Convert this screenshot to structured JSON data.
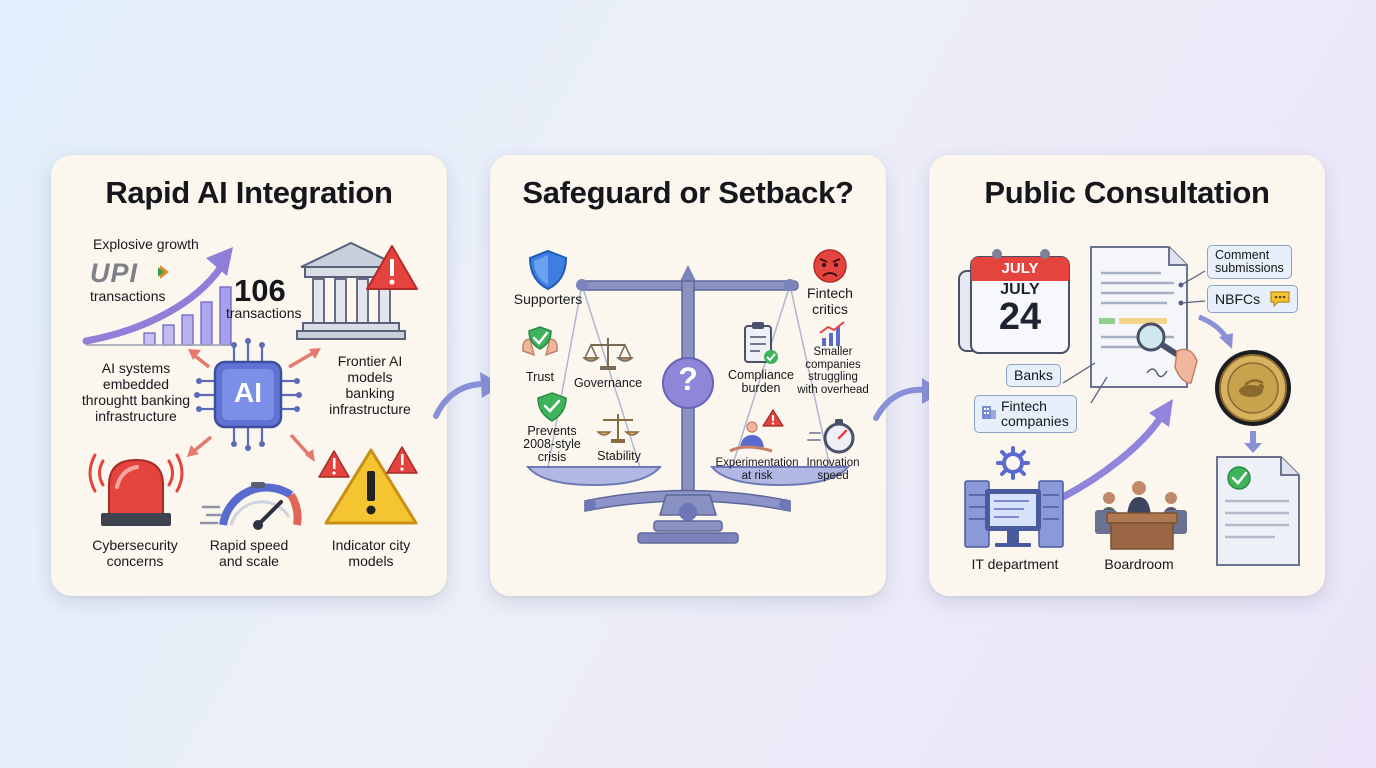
{
  "panels": {
    "integration": {
      "title": "Rapid AI Integration",
      "explosive": "Explosive growth",
      "upi_logo": "UPI",
      "transactions": "transactions",
      "big_number": "106",
      "big_number_caption": "transactions",
      "ai_chip": "AI",
      "ai_systems": [
        "AI systems",
        "embedded",
        "throughtt banking",
        "infrastructure"
      ],
      "frontier": [
        "Frontier AI",
        "models",
        "banking",
        "infrastructure"
      ],
      "cyber": [
        "Cybersecurity",
        "concerns"
      ],
      "speed": [
        "Rapid speed",
        "and scale"
      ],
      "indicator": [
        "Indicator city",
        "models"
      ]
    },
    "balance": {
      "title": "Safeguard or Setback?",
      "supporters": "Supporters",
      "fintech_critics": [
        "Fintech",
        "critics"
      ],
      "trust": "Trust",
      "governance": "Governance",
      "prevents": [
        "Prevents",
        "2008-style",
        "crisis"
      ],
      "stability": "Stability",
      "compliance": [
        "Compliance",
        "burden"
      ],
      "smaller": [
        "Smaller",
        "companies",
        "struggling",
        "with overhead"
      ],
      "experimentation": [
        "Experimentation",
        "at risk"
      ],
      "innovation": [
        "Innovation",
        "speed"
      ],
      "question": "?"
    },
    "consultation": {
      "title": "Public Consultation",
      "calendar_month_top": "JULY",
      "calendar_month": "JULY",
      "calendar_day": "24",
      "comment": [
        "Comment",
        "submissions"
      ],
      "nbfcs": "NBFCs",
      "banks": "Banks",
      "fintech_companies": [
        "Fintech",
        "companies"
      ],
      "it_department": "IT department",
      "boardroom": "Boardroom"
    }
  },
  "colors": {
    "panel": "#fbf7ef",
    "arrow": "#8a90d8",
    "alert_red": "#e5433d",
    "warning_yellow": "#f5c431",
    "check_green": "#3fb25c",
    "accent_purple": "#8f82d9"
  },
  "icons": [
    "upi-logo",
    "growth-chart-icon",
    "bank-building-icon",
    "warning-icon",
    "ai-chip-icon",
    "siren-icon",
    "speedometer-icon",
    "shield-icon",
    "angry-face-icon",
    "balance-scale-icon",
    "question-icon",
    "check-shield-icon",
    "hands-check-icon",
    "clipboard-check-icon",
    "stopwatch-icon",
    "calendar-icon",
    "document-icon",
    "magnifier-icon",
    "rbi-seal-icon",
    "gear-icon",
    "computer-icon",
    "boardroom-icon"
  ]
}
